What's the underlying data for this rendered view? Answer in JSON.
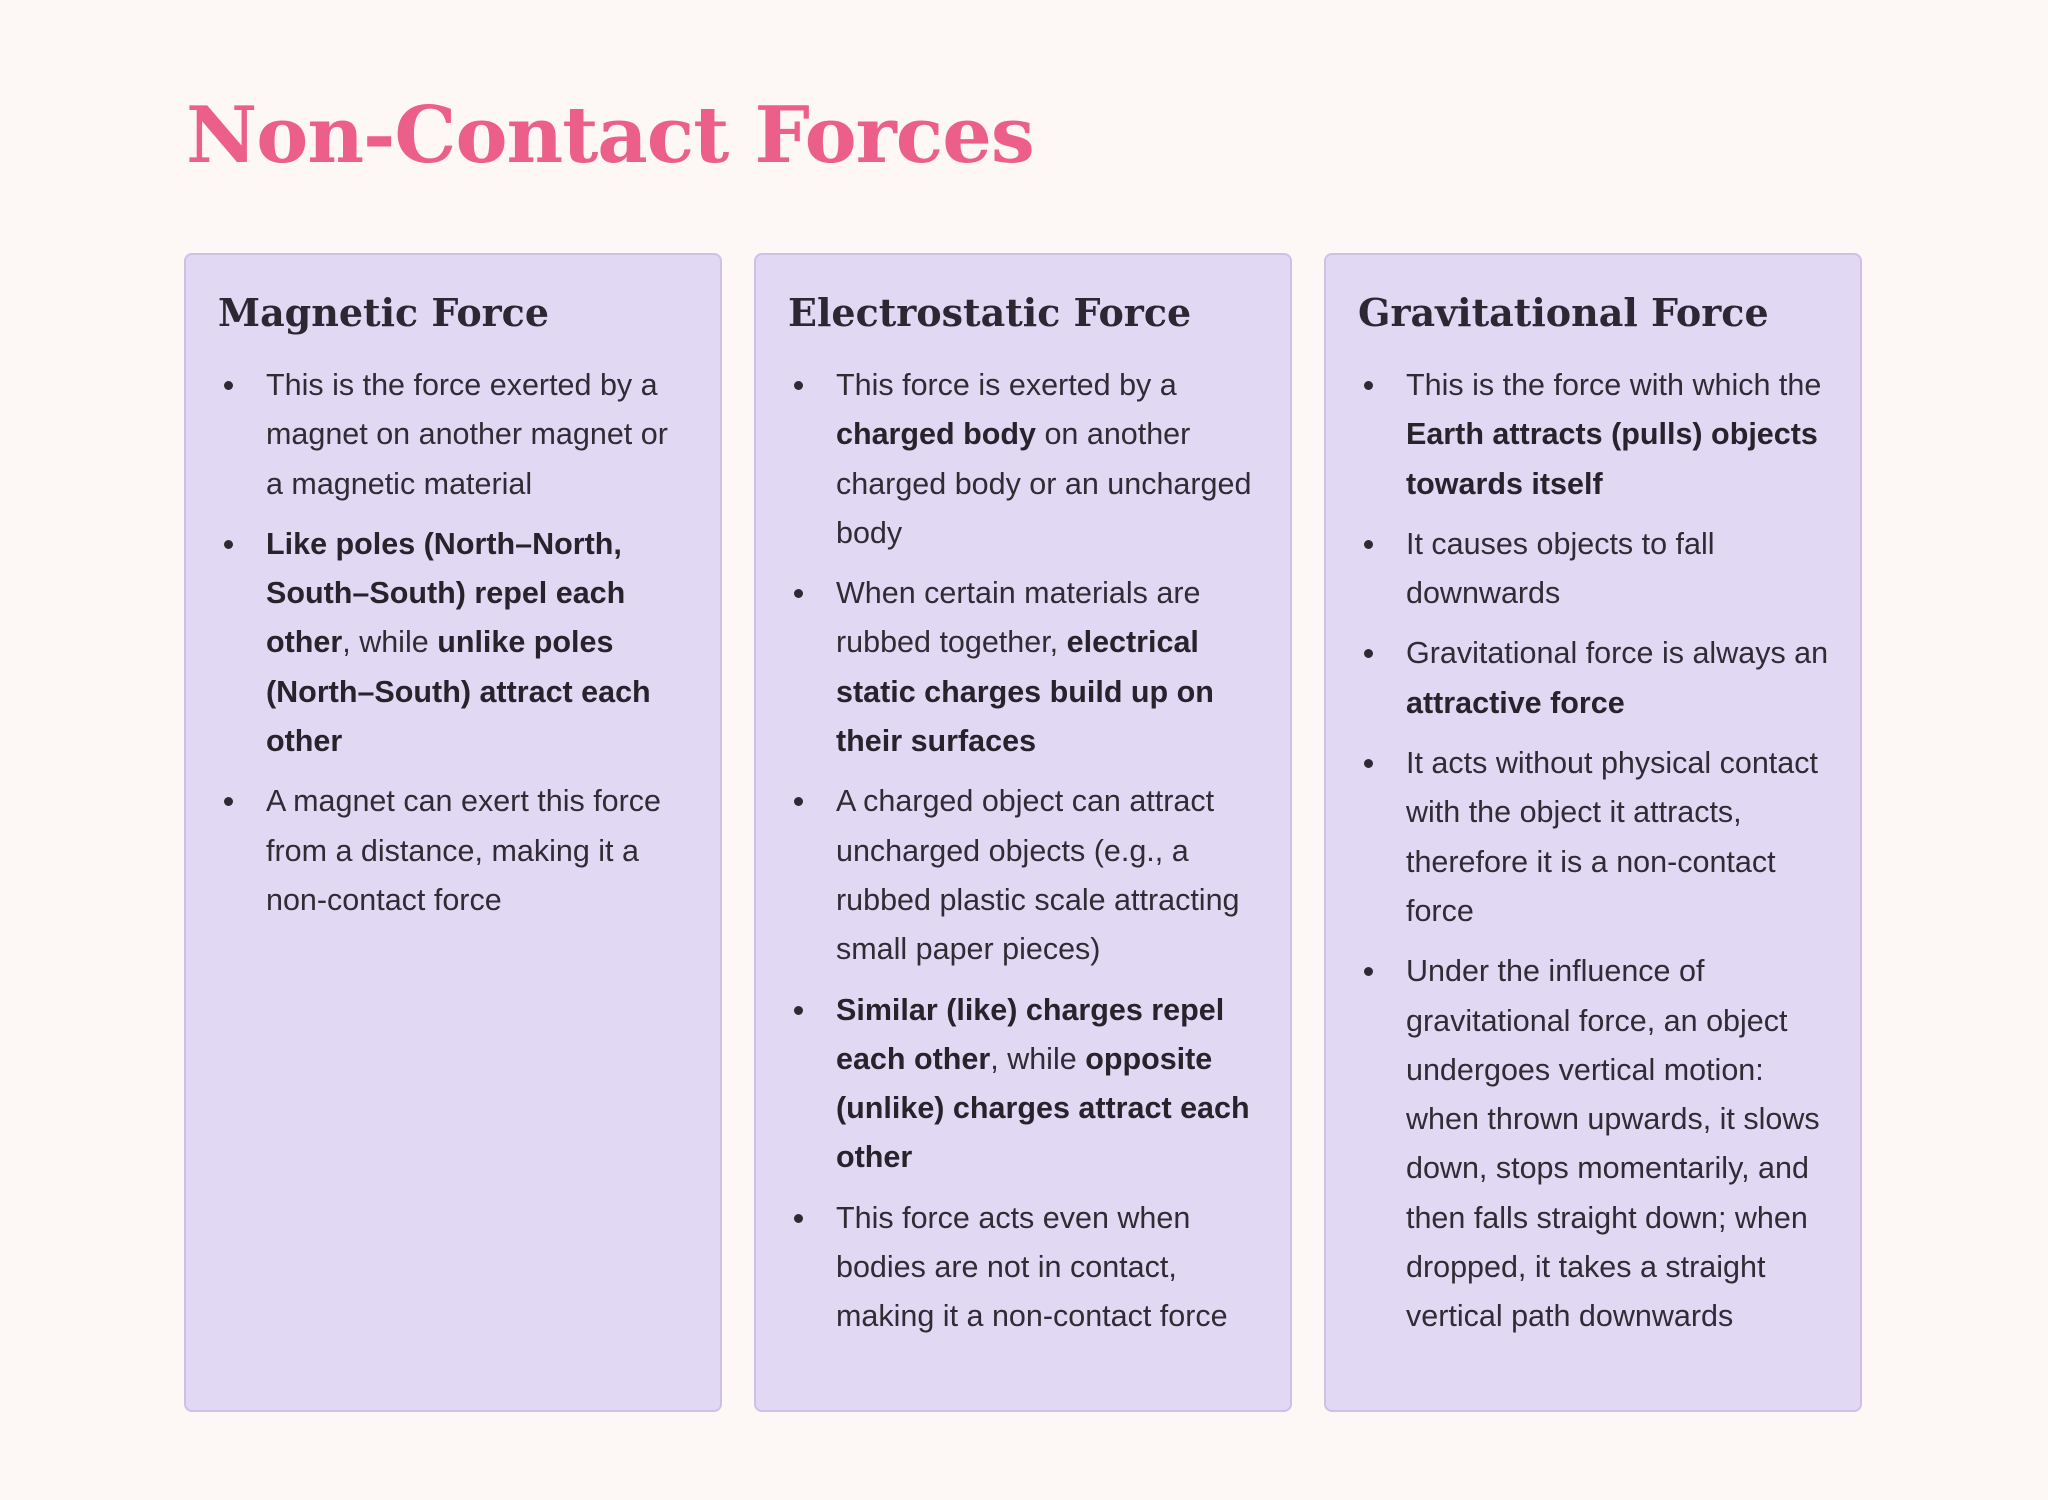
{
  "title": "Non-Contact Forces",
  "colors": {
    "title": "#eb5f8a",
    "card_bg": "#e1d9f3",
    "card_border": "#cdc1ea",
    "page_bg": "#fdf8f6"
  },
  "cards": [
    {
      "title": "Magnetic Force",
      "bullets": [
        [
          {
            "t": "This is the force exerted by a magnet on another magnet or a magnetic material",
            "b": false
          }
        ],
        [
          {
            "t": "Like poles (North–North, South–South) repel each other",
            "b": true
          },
          {
            "t": ", while ",
            "b": false
          },
          {
            "t": "unlike poles (North–South) attract each other",
            "b": true
          }
        ],
        [
          {
            "t": "A magnet can exert this force from a distance, making it a non-contact force",
            "b": false
          }
        ]
      ]
    },
    {
      "title": "Electrostatic Force",
      "bullets": [
        [
          {
            "t": "This force is exerted by a ",
            "b": false
          },
          {
            "t": "charged body",
            "b": true
          },
          {
            "t": " on another charged body or an uncharged body",
            "b": false
          }
        ],
        [
          {
            "t": "When certain materials are rubbed together, ",
            "b": false
          },
          {
            "t": "electrical static charges build up on their surfaces",
            "b": true
          }
        ],
        [
          {
            "t": "A charged object can attract uncharged objects (e.g., a rubbed plastic scale attracting small paper pieces)",
            "b": false
          }
        ],
        [
          {
            "t": "Similar (like) charges repel each other",
            "b": true
          },
          {
            "t": ", while ",
            "b": false
          },
          {
            "t": "opposite (unlike) charges attract each other",
            "b": true
          }
        ],
        [
          {
            "t": "This force acts even when bodies are not in contact, making it a non-contact force",
            "b": false
          }
        ]
      ]
    },
    {
      "title": "Gravitational Force",
      "bullets": [
        [
          {
            "t": "This is the force with which the ",
            "b": false
          },
          {
            "t": "Earth attracts (pulls) objects towards itself",
            "b": true
          }
        ],
        [
          {
            "t": "It causes objects to fall downwards",
            "b": false
          }
        ],
        [
          {
            "t": "Gravitational force is always an ",
            "b": false
          },
          {
            "t": "attractive force",
            "b": true
          }
        ],
        [
          {
            "t": "It acts without physical contact with the object it attracts, therefore it is a non-contact force",
            "b": false
          }
        ],
        [
          {
            "t": "Under the influence of gravitational force, an object undergoes vertical motion: when thrown upwards, it slows down, stops momentarily, and then falls straight down; when dropped, it takes a straight vertical path downwards",
            "b": false
          }
        ]
      ]
    }
  ]
}
